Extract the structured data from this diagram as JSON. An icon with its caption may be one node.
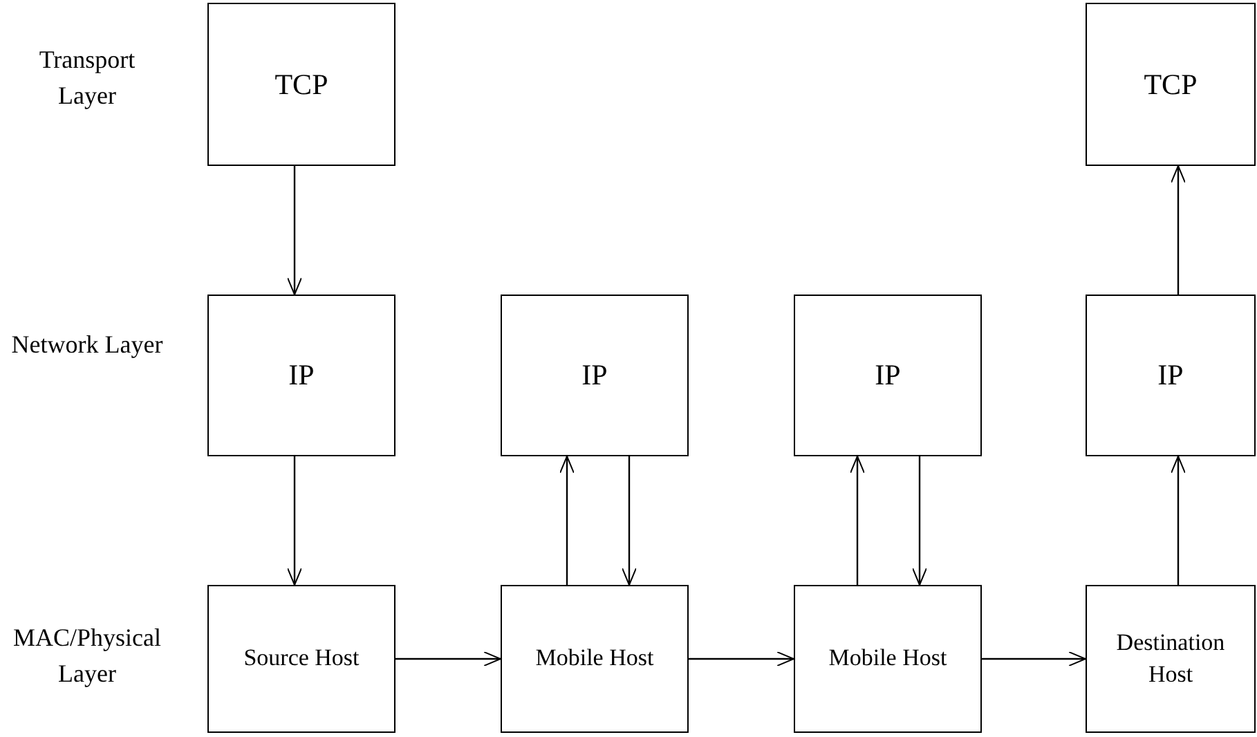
{
  "diagram": {
    "nodes": [
      {
        "text": [
          "TCP"
        ]
      },
      {
        "text": [
          "TCP"
        ]
      },
      {
        "text": [
          "IP"
        ]
      },
      {
        "text": [
          "IP"
        ]
      },
      {
        "text": [
          "IP"
        ]
      },
      {
        "text": [
          "IP"
        ]
      },
      {
        "text": [
          "Source Host"
        ]
      },
      {
        "text": [
          "Mobile Host"
        ]
      },
      {
        "text": [
          "Mobile Host"
        ]
      },
      {
        "text": [
          "Destination Host"
        ]
      }
    ],
    "edges": [
      {
        "from": 0,
        "to": 2,
        "arrow": "to"
      },
      {
        "from": 2,
        "to": 6,
        "arrow": "to"
      },
      {
        "from": 6,
        "to": 7,
        "arrow": "to"
      },
      {
        "from": 7,
        "to": 3,
        "arrow": "to"
      },
      {
        "from": 3,
        "to": 7,
        "arrow": "to"
      },
      {
        "from": 7,
        "to": 8,
        "arrow": "to"
      },
      {
        "from": 8,
        "to": 4,
        "arrow": "to"
      },
      {
        "from": 4,
        "to": 8,
        "arrow": "to"
      },
      {
        "from": 8,
        "to": 9,
        "arrow": "to"
      },
      {
        "from": 9,
        "to": 5,
        "arrow": "to"
      },
      {
        "from": 5,
        "to": 1,
        "arrow": "to"
      }
    ],
    "labels": [
      "Transport Layer",
      "Network Layer",
      "MAC/Physical Layer"
    ]
  }
}
